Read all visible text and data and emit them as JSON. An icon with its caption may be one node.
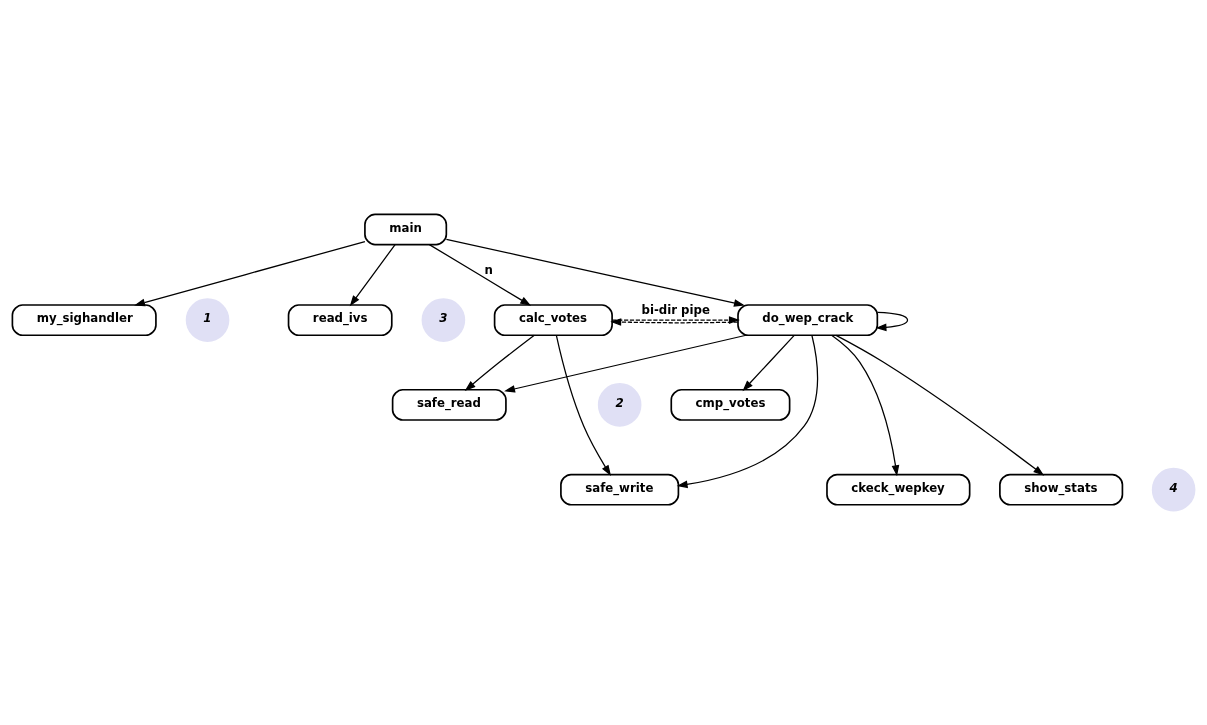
{
  "diagram": {
    "nodes": [
      {
        "text": [
          "main"
        ]
      },
      {
        "text": [
          "1"
        ]
      },
      {
        "text": [
          "my_sighandler"
        ]
      },
      {
        "text": [
          "read_ivs"
        ]
      },
      {
        "text": [
          "3"
        ]
      },
      {
        "text": [
          "calc_votes"
        ]
      },
      {
        "text": [
          "do_wep_crack"
        ]
      },
      {
        "text": [
          "2"
        ]
      },
      {
        "text": [
          "safe_read"
        ]
      },
      {
        "text": [
          "cmp_votes"
        ]
      },
      {
        "text": [
          "4"
        ]
      },
      {
        "text": [
          "safe_write"
        ]
      },
      {
        "text": [
          "ckeck_wepkey"
        ]
      },
      {
        "text": [
          "show_stats"
        ]
      }
    ],
    "edges": [
      {
        "from": 0,
        "to": 3,
        "arrow": "to"
      },
      {
        "from": 0,
        "to": 5,
        "arrow": "to",
        "label": "n"
      },
      {
        "from": 0,
        "to": 6,
        "arrow": "to"
      },
      {
        "from": 0,
        "to": 2,
        "arrow": "to"
      },
      {
        "from": 5,
        "to": 6,
        "arrow": "to",
        "style": "dashed",
        "label": "bi-dir pipe"
      },
      {
        "from": 6,
        "to": 5,
        "arrow": "to",
        "style": "dashed"
      },
      {
        "from": 6,
        "to": 6,
        "arrow": "to"
      },
      {
        "from": 5,
        "to": 11,
        "arrow": "to"
      },
      {
        "from": 5,
        "to": 8,
        "arrow": "to"
      },
      {
        "from": 6,
        "to": 8,
        "arrow": "to"
      },
      {
        "from": 6,
        "to": 11,
        "arrow": "to"
      },
      {
        "from": 6,
        "to": 12,
        "arrow": "to"
      },
      {
        "from": 6,
        "to": 13,
        "arrow": "to"
      },
      {
        "from": 6,
        "to": 9,
        "arrow": "to"
      }
    ]
  }
}
